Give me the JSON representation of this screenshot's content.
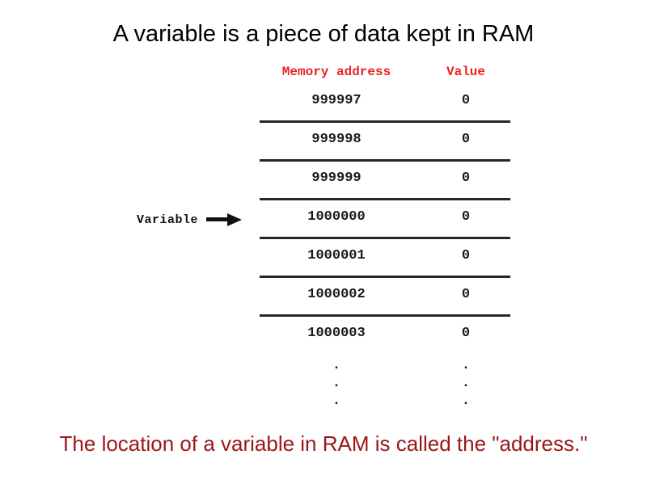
{
  "slide": {
    "title": "A variable is a piece of data kept in RAM",
    "caption": "The location of a variable in RAM is called the \"address.\""
  },
  "annotation": {
    "label": "Variable",
    "arrow_icon": "right-arrow-icon"
  },
  "memory_table": {
    "headers": {
      "address": "Memory address",
      "value": "Value"
    },
    "header_color": "#ee2222",
    "rule_color": "#262626",
    "rows": [
      {
        "address": "999997",
        "value": "0",
        "rule": true,
        "pointed": false
      },
      {
        "address": "999998",
        "value": "0",
        "rule": true,
        "pointed": false
      },
      {
        "address": "999999",
        "value": "0",
        "rule": true,
        "pointed": false
      },
      {
        "address": "1000000",
        "value": "0",
        "rule": true,
        "pointed": true
      },
      {
        "address": "1000001",
        "value": "0",
        "rule": true,
        "pointed": false
      },
      {
        "address": "1000002",
        "value": "0",
        "rule": true,
        "pointed": false
      },
      {
        "address": "1000003",
        "value": "0",
        "rule": false,
        "pointed": false
      }
    ],
    "continuation": {
      "address_dots": [
        ".",
        ".",
        "."
      ],
      "value_dots": [
        ".",
        ".",
        "."
      ]
    }
  },
  "colors": {
    "background": "#ffffff",
    "title_text": "#000000",
    "caption_text": "#9c1616",
    "header_red": "#ee2222",
    "cell_text": "#1a1a1a"
  }
}
